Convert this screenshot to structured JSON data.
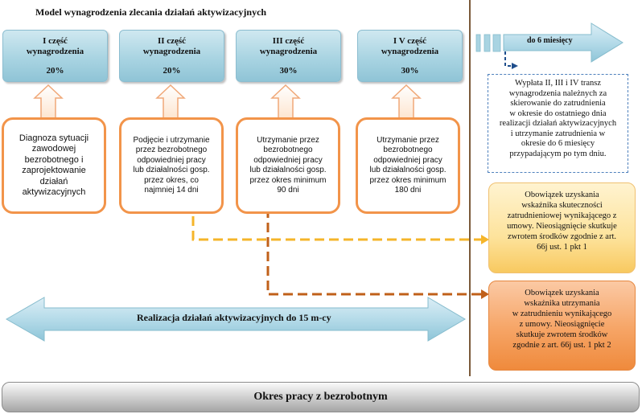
{
  "title": "Model wynagrodzenia zlecania działań aktywizacyjnych",
  "parts": [
    {
      "label": "I część",
      "label2": "wynagrodzenia",
      "percent": "20%"
    },
    {
      "label": "II część",
      "label2": "wynagrodzenia",
      "percent": "20%"
    },
    {
      "label": "III część",
      "label2": "wynagrodzenia",
      "percent": "30%"
    },
    {
      "label": "I V część",
      "label2": "wynagrodzenia",
      "percent": "30%"
    }
  ],
  "stages": [
    {
      "lines": [
        "Diagnoza sytuacji",
        "zawodowej",
        "bezrobotnego i",
        "zaprojektowanie",
        "działań",
        "aktywizacyjnych"
      ]
    },
    {
      "lines": [
        "Podjęcie i utrzymanie",
        "przez bezrobotnego",
        "odpowiedniej pracy",
        "lub działalności gosp.",
        "przez okres, co",
        "najmniej 14 dni"
      ]
    },
    {
      "lines": [
        "Utrzymanie przez",
        "bezrobotnego",
        "odpowiedniej pracy",
        "lub działalności gosp.",
        "przez okres minimum",
        "90 dni"
      ]
    },
    {
      "lines": [
        "Utrzymanie przez",
        "bezrobotnego",
        "odpowiedniej pracy",
        "lub działalności gosp.",
        "przez okres minimum",
        "180 dni"
      ]
    }
  ],
  "six_months": "do 6 miesięcy",
  "payout_info": [
    "Wypłata II, III i IV transz",
    "wynagrodzenia należnych za",
    "skierowanie do zatrudnienia",
    "w okresie do ostatniego dnia",
    "realizacji działań aktywizacyjnych",
    "i utrzymanie zatrudnienia w",
    "okresie do 6 miesięcy",
    "przypadającym po tym dniu."
  ],
  "obligation_1": [
    "Obowiązek uzyskania",
    "wskaźnika skuteczności",
    "zatrudnieniowej wynikającego z",
    "umowy. Nieosiągnięcie skutkuje",
    "zwrotem środków zgodnie z art.",
    "66j ust. 1 pkt 1"
  ],
  "obligation_2": [
    "Obowiązek uzyskania",
    "wskaźnika utrzymania",
    "w zatrudnieniu wynikającego",
    "z umowy. Nieosiągnięcie",
    "skutkuje zwrotem środków",
    "zgodnie z art. 66j ust. 1 pkt 2"
  ],
  "realization_label": "Realizacja działań aktywizacyjnych do 15 m-cy",
  "work_period_label": "Okres pracy z bezrobotnym",
  "colors": {
    "part_blue": "#a9d4e2",
    "stage_border": "#f2944a",
    "dash_yellow": "#f5b52a",
    "dash_brown": "#c0601a",
    "dashed_blue": "#4f81bd"
  }
}
